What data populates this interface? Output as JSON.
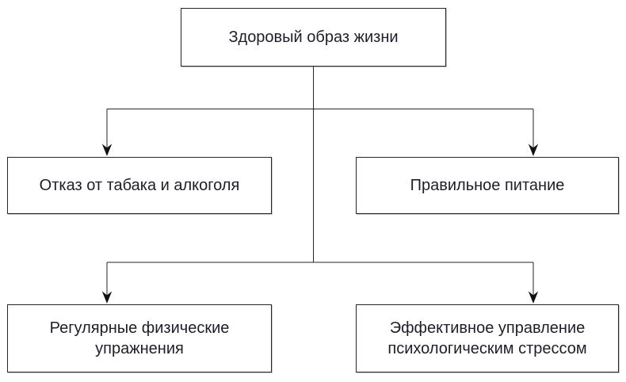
{
  "diagram": {
    "type": "flowchart",
    "direction": "top-down",
    "nodes": [
      {
        "id": "root",
        "label": "Здоровый образ жизни"
      },
      {
        "id": "no-tobacco-alcohol",
        "label": "Отказ от табака и алкоголя"
      },
      {
        "id": "proper-nutrition",
        "label": "Правильное питание"
      },
      {
        "id": "regular-exercise",
        "label": "Регулярные физические\nупражнения"
      },
      {
        "id": "stress-management",
        "label": "Эффективное управление\nпсихологическим стрессом"
      }
    ],
    "edges": [
      {
        "from": "root",
        "to": "no-tobacco-alcohol"
      },
      {
        "from": "root",
        "to": "proper-nutrition"
      },
      {
        "from": "root",
        "to": "regular-exercise"
      },
      {
        "from": "root",
        "to": "stress-management"
      }
    ],
    "colors": {
      "background": "#ffffff",
      "node_fill": "#ffffff",
      "border": "#262626",
      "line": "#262626",
      "arrowhead": "#111111",
      "text": "#1e1e28"
    }
  }
}
